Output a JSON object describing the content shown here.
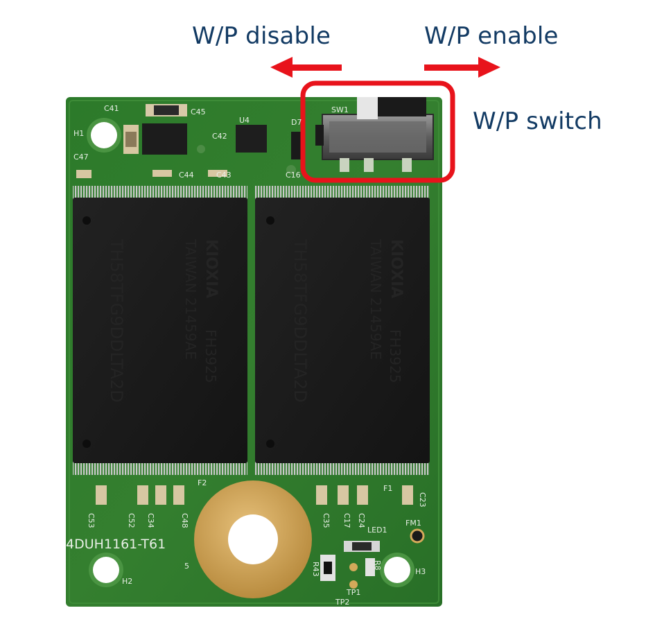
{
  "annotations": {
    "wp_disable": "W/P disable",
    "wp_enable": "W/P enable",
    "wp_switch": "W/P switch"
  },
  "chips": [
    {
      "brand": "KIOXIA",
      "line1": "TAIWAN 21459AE",
      "line2": "FH3925",
      "part": "TH58TFG9DDLTA2D"
    },
    {
      "brand": "KIOXIA",
      "line1": "TAIWAN 21459AE",
      "line2": "FH3925",
      "part": "TH58TFG9DDLTA2D"
    }
  ],
  "board": {
    "part_number": "4DUH1161-T61",
    "silkscreen": {
      "h1": "H1",
      "h2": "H2",
      "h3": "H3",
      "c41": "C41",
      "c45": "C45",
      "c42": "C42",
      "c47": "C47",
      "c44": "C44",
      "c43": "C43",
      "u4": "U4",
      "d7": "D7",
      "c16": "C16",
      "sw1": "SW1",
      "f2": "F2",
      "f1": "F1",
      "fm1": "FM1",
      "led1": "LED1",
      "c53": "C53",
      "c52": "C52",
      "c34": "C34",
      "c48": "C48",
      "c35": "C35",
      "c17": "C17",
      "c24": "C24",
      "c23": "C23",
      "r43": "R43",
      "tp1": "TP1",
      "tp2": "TP2",
      "r8": "R8",
      "five": "5"
    }
  },
  "colors": {
    "annotation_text": "#123a63",
    "arrow": "#e8131b",
    "highlight_box": "#e8131b",
    "pcb": "#2f7a2c",
    "chip": "#1a1a1a",
    "gold": "#d4a95a"
  }
}
